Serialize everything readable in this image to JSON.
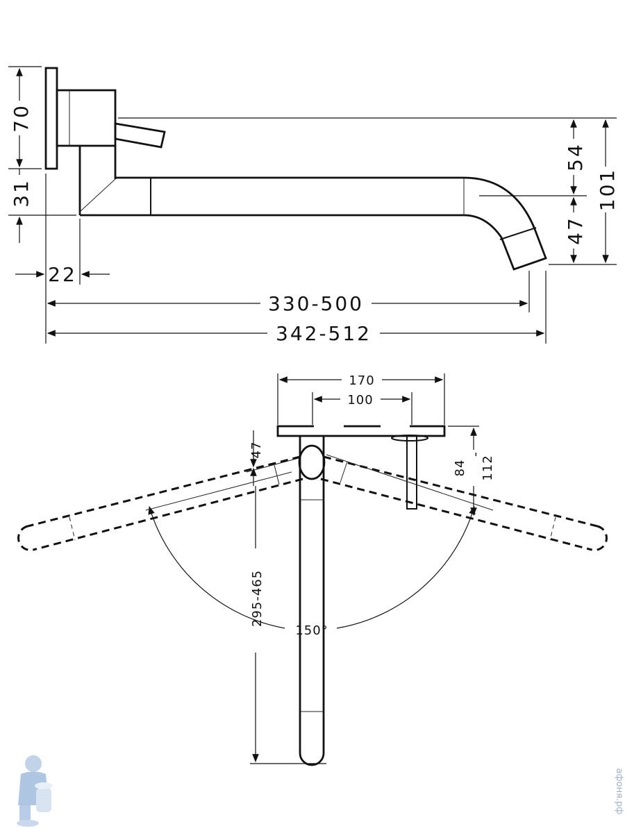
{
  "side_view": {
    "dim_70": "70",
    "dim_31": "31",
    "dim_22": "22",
    "dim_54": "54",
    "dim_47": "47",
    "dim_101": "101",
    "dim_330_500": "330-500",
    "dim_342_512": "342-512"
  },
  "top_view": {
    "dim_170": "170",
    "dim_100": "100",
    "dim_47": "47",
    "dim_84": "84",
    "dim_dash": "-",
    "dim_112": "112",
    "dim_295_465": "295-465",
    "angle": "150°"
  },
  "watermark": {
    "site": "афоня.рф",
    "mascot": "plumber-mascot-logo"
  }
}
